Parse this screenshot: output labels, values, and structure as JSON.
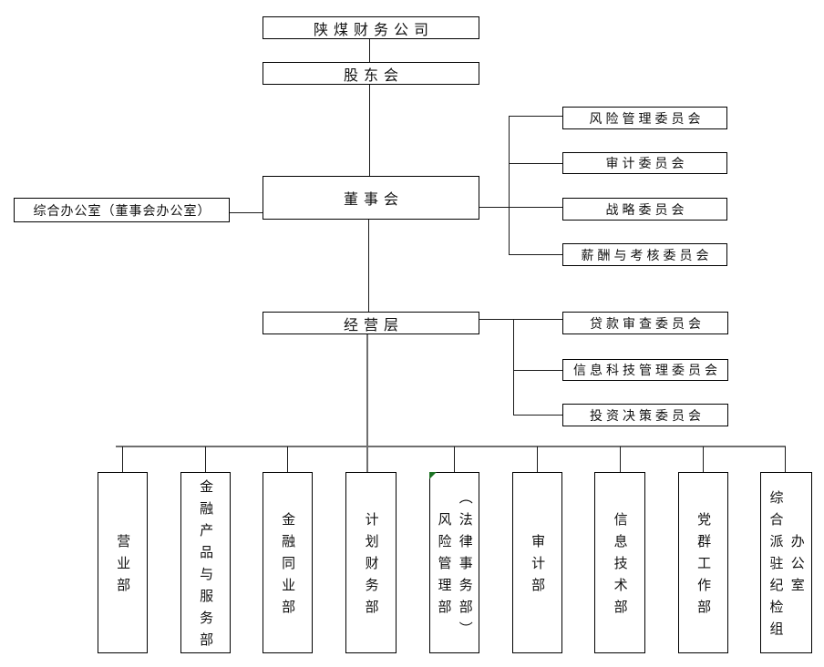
{
  "colors": {
    "line": "#1a1a1a",
    "trunk_line": "#6f6f6f",
    "corner_marker_green": "#1d7324",
    "background": "#ffffff"
  },
  "org": {
    "root": "陕煤财务公司",
    "shareholders": "股东会",
    "board": "董事会",
    "board_office": "综合办公室（董事会办公室）",
    "management": "经营层",
    "board_committees": [
      {
        "label": "风险管理委员会"
      },
      {
        "label": "审计委员会"
      },
      {
        "label": "战略委员会"
      },
      {
        "label": "薪酬与考核委员会"
      }
    ],
    "management_committees": [
      {
        "label": "贷款审查委员会"
      },
      {
        "label": "信息科技管理委员会"
      },
      {
        "label": "投资决策委员会"
      }
    ],
    "departments": [
      {
        "col1": "营业部"
      },
      {
        "col1": "金融产品与服务部"
      },
      {
        "col1": "金融同业部"
      },
      {
        "col1": "计划财务部"
      },
      {
        "col1": "风险管理部",
        "col2": "（法律事务部）"
      },
      {
        "col1": "审计部"
      },
      {
        "col1": "信息技术部"
      },
      {
        "col1": "党群工作部"
      },
      {
        "col1": "综合派驻纪检组",
        "col2": "办公室"
      }
    ]
  }
}
